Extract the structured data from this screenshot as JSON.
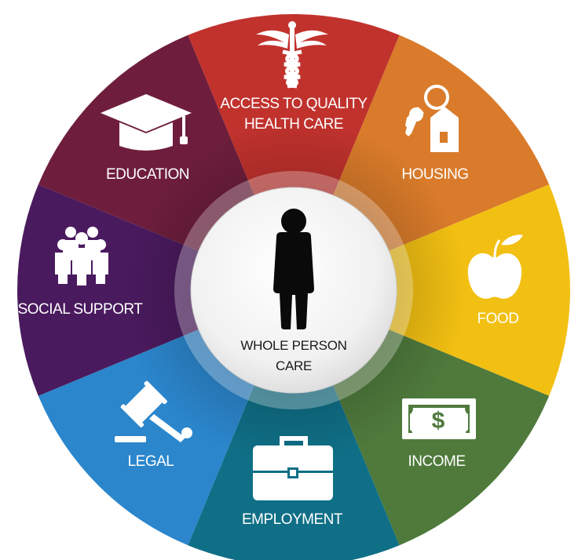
{
  "center": {
    "label_line1": "WHOLE PERSON",
    "label_line2": "CARE",
    "icon": "person-icon"
  },
  "segments": [
    {
      "id": "health-care",
      "label_line1": "ACCESS TO QUALITY",
      "label_line2": "HEALTH CARE",
      "icon": "caduceus-icon",
      "color": "#c1322d"
    },
    {
      "id": "housing",
      "label_line1": "HOUSING",
      "icon": "house-keys-icon",
      "color": "#d97b2a"
    },
    {
      "id": "food",
      "label_line1": "FOOD",
      "icon": "apple-icon",
      "color": "#f2c012"
    },
    {
      "id": "income",
      "label_line1": "INCOME",
      "icon": "dollar-bill-icon",
      "color": "#4f7a3c"
    },
    {
      "id": "employment",
      "label_line1": "EMPLOYMENT",
      "icon": "briefcase-icon",
      "color": "#0f6f86"
    },
    {
      "id": "legal",
      "label_line1": "LEGAL",
      "icon": "gavel-icon",
      "color": "#2b86cc"
    },
    {
      "id": "social-support",
      "label_line1": "SOCIAL SUPPORT",
      "icon": "group-of-people-icon",
      "color": "#4a1a5e"
    },
    {
      "id": "education",
      "label_line1": "EDUCATION",
      "icon": "graduation-cap-icon",
      "color": "#6e1e3c"
    }
  ]
}
